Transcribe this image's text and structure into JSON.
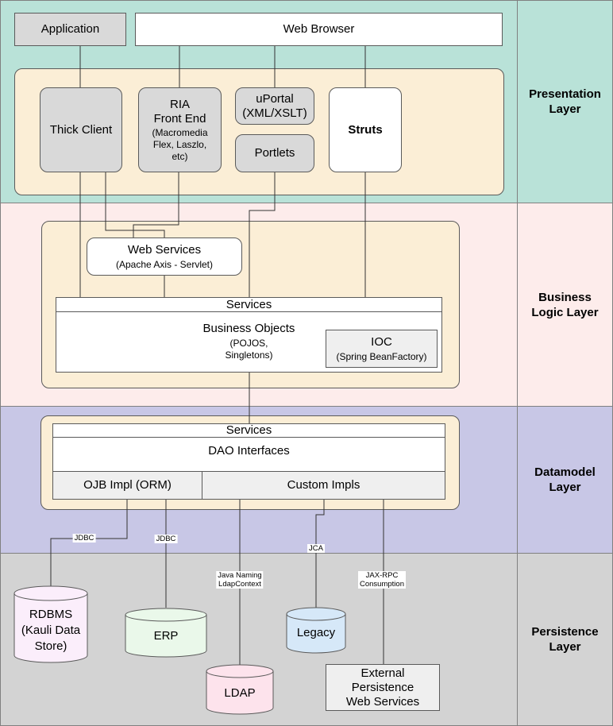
{
  "layers": {
    "presentation": "Presentation\nLayer",
    "business": "Business\nLogic Layer",
    "datamodel": "Datamodel\nLayer",
    "persistence": "Persistence\nLayer"
  },
  "presentation": {
    "application": "Application",
    "web_browser": "Web Browser",
    "thick_client": "Thick Client",
    "ria_title": "RIA\nFront End",
    "ria_sub": "(Macromedia\nFlex, Laszlo,\netc)",
    "uportal": "uPortal\n(XML/XSLT)",
    "portlets": "Portlets",
    "struts": "Struts"
  },
  "business": {
    "web_services_title": "Web Services",
    "web_services_sub": "(Apache Axis - Servlet)",
    "services": "Services",
    "business_objects": "Business Objects",
    "business_objects_sub": "(POJOS,\nSingletons)",
    "ioc": "IOC",
    "ioc_sub": "(Spring BeanFactory)"
  },
  "datamodel": {
    "services": "Services",
    "dao_interfaces": "DAO Interfaces",
    "ojb_impl": "OJB Impl (ORM)",
    "custom_impls": "Custom Impls"
  },
  "connectors": {
    "jdbc_1": "JDBC",
    "jdbc_2": "JDBC",
    "java_naming": "Java Naming\nLdapContext",
    "jca": "JCA",
    "jax_rpc": "JAX-RPC\nConsumption"
  },
  "persistence": {
    "rdbms": "RDBMS\n(Kauli Data\nStore)",
    "erp": "ERP",
    "ldap": "LDAP",
    "legacy": "Legacy",
    "external": "External\nPersistence\nWeb Services"
  },
  "colors": {
    "presentation_bg": "#b9e2d8",
    "business_bg": "#fdeceb",
    "datamodel_bg": "#c8c7e6",
    "persistence_bg": "#d3d3d3",
    "container_bg": "#fbeed6",
    "rdbms_fill": "#fbeefb",
    "erp_fill": "#eaf8ea",
    "ldap_fill": "#fde3ec",
    "legacy_fill": "#d6e8f8"
  }
}
